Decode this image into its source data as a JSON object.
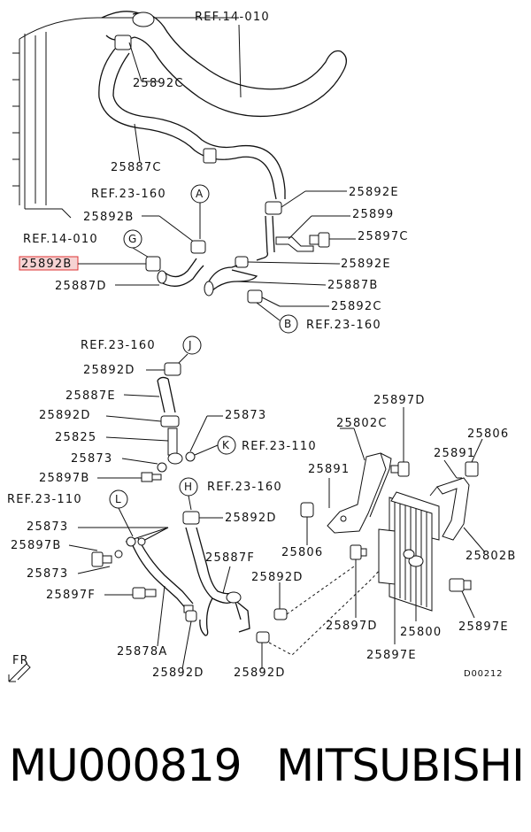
{
  "labels": {
    "ref_14_010_top": "REF.14-010",
    "c25892c_a": "25892C",
    "c25887c": "25887C",
    "ref_23_160_a": "REF.23-160",
    "circle_a": "A",
    "c25892e_a": "25892E",
    "c25899": "25899",
    "c25892b_a": "25892B",
    "c25897c": "25897C",
    "ref_14_010_g": "REF.14-010",
    "circle_g": "G",
    "c25892b_hl": "25892B",
    "c25892e_b": "25892E",
    "c25887d": "25887D",
    "c25887b": "25887B",
    "c25892c_b": "25892C",
    "circle_b": "B",
    "ref_23_160_b": "REF.23-160",
    "ref_23_160_j": "REF.23-160",
    "circle_j": "J",
    "c25892d_a": "25892D",
    "c25887e": "25887E",
    "c25897d_a": "25897D",
    "c25892d_b": "25892D",
    "c25873_a": "25873",
    "c25802c": "25802C",
    "c25806_a": "25806",
    "c25825": "25825",
    "circle_k": "K",
    "ref_23_110_k": "REF.23-110",
    "c25891_a": "25891",
    "c25873_b": "25873",
    "c25891_b": "25891",
    "c25897b_a": "25897B",
    "circle_h": "H",
    "ref_23_160_h": "REF.23-160",
    "ref_23_110_l": "REF.23-110",
    "circle_l": "L",
    "c25892d_c": "25892D",
    "c25873_c": "25873",
    "c25802b": "25802B",
    "c25897b_b": "25897B",
    "c25806_b": "25806",
    "c25887f": "25887F",
    "c25873_d": "25873",
    "c25892d_d": "25892D",
    "c25897f": "25897F",
    "c25897d_b": "25897D",
    "c25800": "25800",
    "c25897e_a": "25897E",
    "c25878a": "25878A",
    "c25897e_b": "25897E",
    "fr": "FR",
    "c25892d_e": "25892D",
    "c25892d_f": "25892D",
    "code": "D00212"
  },
  "footer": {
    "part_number": "MU000819",
    "brand": "MITSUBISHI"
  },
  "colors": {
    "highlight_fill": "#f6d3d3",
    "highlight_stroke": "#dd3333"
  }
}
